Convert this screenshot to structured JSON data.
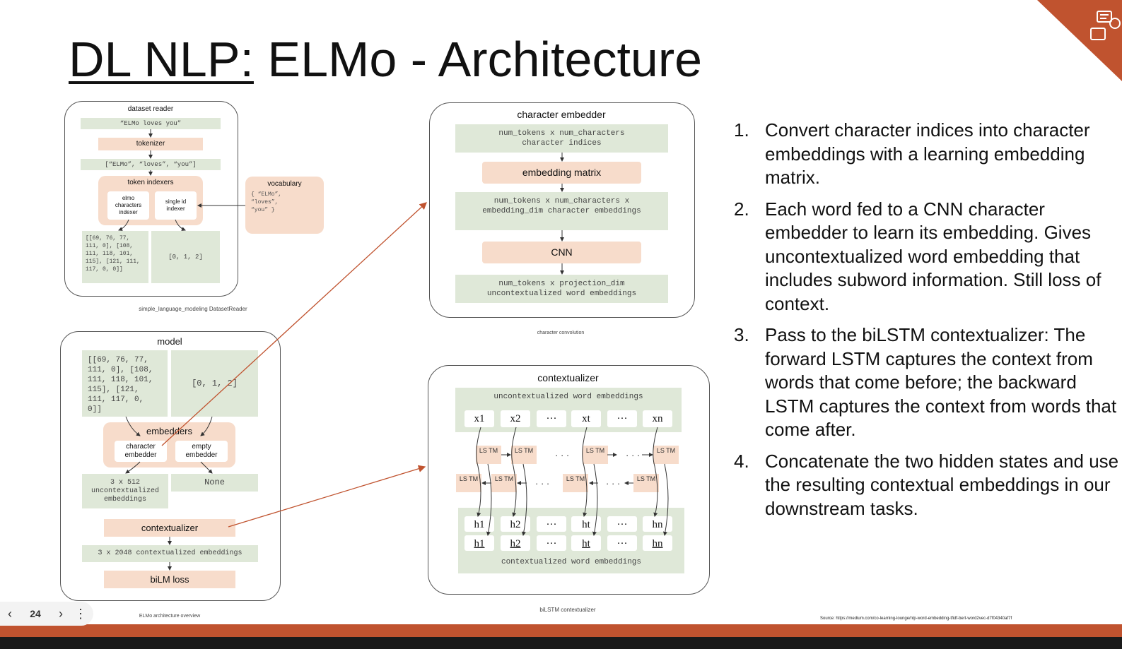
{
  "title": {
    "prefix": "DL NLP:",
    "rest": " ELMo - Architecture"
  },
  "colors": {
    "accent": "#c0532f",
    "green": "#dfe8d8",
    "peach": "#f7dccb"
  },
  "dataset_reader": {
    "label": "dataset reader",
    "input": "“ELMo loves you”",
    "tokenizer": "tokenizer",
    "tokens": "[“ELMo”, “loves”, “you”]",
    "indexers_label": "token indexers",
    "elmo_indexer": "elmo characters indexer",
    "single_indexer": "single id indexer",
    "char_ids": "[[69, 76, 77, 111, 0], [108, 111, 118, 101, 115], [121, 111, 117, 0, 0]]",
    "single_ids": "[0, 1, 2]",
    "caption": "simple_language_modeling DatasetReader"
  },
  "vocabulary": {
    "label": "vocabulary",
    "content": "{ “ELMo”, “loves”, “you” }"
  },
  "model": {
    "label": "model",
    "char_ids": "[[69, 76, 77, 111, 0], [108, 111, 118, 101, 115], [121, 111, 117, 0, 0]]",
    "single_ids": "[0, 1, 2]",
    "embedders": "embedders",
    "char_embedder": "character embedder",
    "empty_embedder": "empty embedder",
    "uncontext": "3 x 512 uncontextualized embeddings",
    "none": "None",
    "contextualizer": "contextualizer",
    "context_out": "3 x 2048 contextualized embeddings",
    "loss": "biLM loss",
    "caption": "ELMo architecture overview"
  },
  "char_embedder": {
    "label": "character embedder",
    "input": "num_tokens x num_characters character indices",
    "matrix": "embedding matrix",
    "embeddings": "num_tokens x num_characters x embedding_dim character embeddings",
    "cnn": "CNN",
    "output": "num_tokens x projection_dim uncontextualized word embeddings",
    "caption": "character convolution"
  },
  "contextualizer": {
    "label": "contextualizer",
    "input_label": "uncontextualized word embeddings",
    "x_cells": [
      "x1",
      "x2",
      "···",
      "xt",
      "···",
      "xn"
    ],
    "lstm_label": "LS TM",
    "h_cells": [
      "h1",
      "h2",
      "···",
      "ht",
      "···",
      "hn"
    ],
    "output_label": "contextualized word embeddings",
    "caption": "biLSTM contextualizer"
  },
  "steps": [
    {
      "num": "1.",
      "text": "Convert character indices into character embeddings with a learning embedding matrix."
    },
    {
      "num": "2.",
      "text": "Each word fed to a CNN character embedder to learn its embedding. Gives uncontextualized word embedding that includes subword information. Still loss of context."
    },
    {
      "num": "3.",
      "text": "Pass to the biLSTM contextualizer: The forward LSTM captures the context from words that come before; the backward LSTM captures the context from words that come after."
    },
    {
      "num": "4.",
      "text": "Concatenate the two hidden states and use the resulting contextual embeddings in our downstream tasks."
    }
  ],
  "pager": {
    "prev": "‹",
    "page": "24",
    "next": "›",
    "more": "⋮"
  },
  "source": "Source: https://medium.com/co-learning-lounge/nlp-word-embedding-tfidf-bert-word2vec-d7f04340af7f"
}
